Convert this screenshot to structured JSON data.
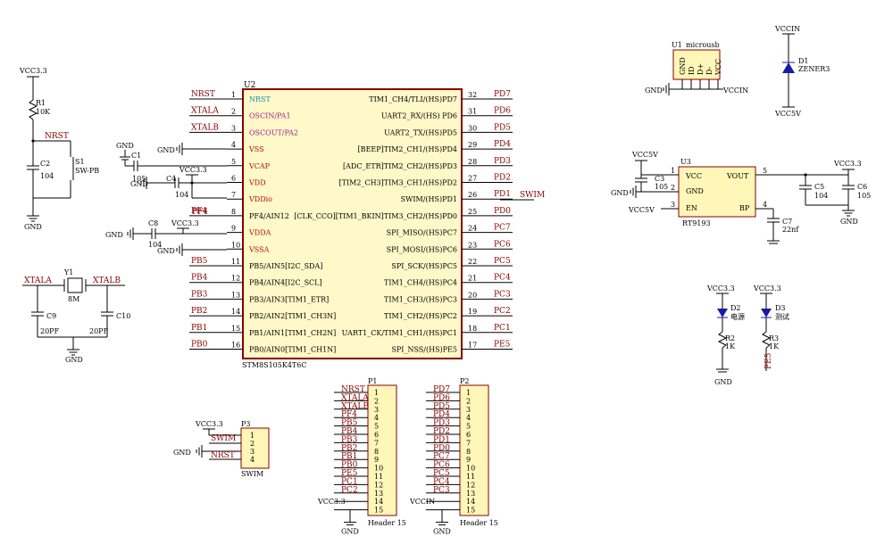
{
  "mcu": {
    "designator": "U2",
    "part": "STM8S105K4T6C",
    "left_pins": [
      {
        "num": "1",
        "name": "NRST",
        "net": "NRST",
        "color": "cyan"
      },
      {
        "num": "2",
        "name": "OSCIN/PA1",
        "net": "XTALA",
        "color": "magenta"
      },
      {
        "num": "3",
        "name": "OSCOUT/PA2",
        "net": "XTALB",
        "color": "magenta"
      },
      {
        "num": "4",
        "name": "VSS",
        "net": "GND",
        "color": "red"
      },
      {
        "num": "5",
        "name": "VCAP",
        "net": "",
        "color": "red"
      },
      {
        "num": "6",
        "name": "VDD",
        "net": "",
        "color": "red"
      },
      {
        "num": "7",
        "name": "VDDio",
        "net": "",
        "color": "red"
      },
      {
        "num": "8",
        "name": "PF4/AIN12",
        "net": "PF4",
        "color": "black"
      },
      {
        "num": "9",
        "name": "VDDA",
        "net": "",
        "color": "red"
      },
      {
        "num": "10",
        "name": "VSSA",
        "net": "GND",
        "color": "red"
      },
      {
        "num": "11",
        "name": "PB5/AIN5[I2C_SDA]",
        "net": "PB5",
        "color": "black"
      },
      {
        "num": "12",
        "name": "PB4/AIN4[I2C_SCL]",
        "net": "PB4",
        "color": "black"
      },
      {
        "num": "13",
        "name": "PB3/AIN3[TIM1_ETR]",
        "net": "PB3",
        "color": "black"
      },
      {
        "num": "14",
        "name": "PB2/AIN2[TIM1_CH3N]",
        "net": "PB2",
        "color": "black"
      },
      {
        "num": "15",
        "name": "PB1/AIN1[TIM1_CH2N]",
        "net": "PB1",
        "color": "black"
      },
      {
        "num": "16",
        "name": "PB0/AIN0[TIM1_CH1N]",
        "net": "PB0",
        "color": "black"
      }
    ],
    "right_pins": [
      {
        "num": "32",
        "name": "TIM1_CH4/TLI/(HS)PD7",
        "net": "PD7"
      },
      {
        "num": "31",
        "name": "UART2_RX/(HS) PD6",
        "net": "PD6"
      },
      {
        "num": "30",
        "name": "UART2_TX/(HS)PD5",
        "net": "PD5"
      },
      {
        "num": "29",
        "name": "[BEEP]TIM2_CH1/(HS)PD4",
        "net": "PD4"
      },
      {
        "num": "28",
        "name": "[ADC_ETR]TIM2_CH2/(HS)PD3",
        "net": "PD3"
      },
      {
        "num": "27",
        "name": "[TIM2_CH3]TIM3_CH1/(HS)PD2",
        "net": "PD2"
      },
      {
        "num": "26",
        "name": "SWIM/(HS)PD1",
        "net": "PD1"
      },
      {
        "num": "25",
        "name": "[CLK_CCO][TIM1_BKIN]TIM3_CH2/(HS)PD0",
        "net": "PD0"
      },
      {
        "num": "24",
        "name": "SPI_MISO/(HS)PC7",
        "net": "PC7"
      },
      {
        "num": "23",
        "name": "SPI_MOSI/(HS)PC6",
        "net": "PC6"
      },
      {
        "num": "22",
        "name": "SPI_SCK/(HS)PC5",
        "net": "PC5"
      },
      {
        "num": "21",
        "name": "TIM1_CH4/(HS)PC4",
        "net": "PC4"
      },
      {
        "num": "20",
        "name": "TIM1_CH3/(HS)PC3",
        "net": "PC3"
      },
      {
        "num": "19",
        "name": "TIM1_CH2/(HS)PC2",
        "net": "PC2"
      },
      {
        "num": "18",
        "name": "UART1_CK/TIM1_CH1/(HS)PC1",
        "net": "PC1"
      },
      {
        "num": "17",
        "name": "SPI_NSS/(HS)PE5",
        "net": "PE5"
      }
    ],
    "swim_label": "SWIM"
  },
  "reset": {
    "vcc": "VCC3.3",
    "r_ref": "R1",
    "r_val": "10K",
    "net": "NRST",
    "c_ref": "C2",
    "c_val": "104",
    "sw_ref": "S1",
    "sw_val": "SW-PB",
    "gnd": "GND"
  },
  "crystal": {
    "net_a": "XTALA",
    "net_b": "XTALB",
    "y_ref": "Y1",
    "y_val": "8M",
    "c9_ref": "C9",
    "c9_val": "20PF",
    "c10_ref": "C10",
    "c10_val": "20PF",
    "gnd": "GND"
  },
  "caps": {
    "gnd": "GND",
    "c1": "C1",
    "c1_val": "105",
    "vcc": "VCC3.3",
    "c4": "C4",
    "c4_val": "104",
    "c8": "C8",
    "c8_val": "104",
    "pf4": "PF4"
  },
  "usb": {
    "ref": "U1",
    "name": "microusb",
    "pins": [
      "GND",
      "ID",
      "D+",
      "D-",
      "VCC"
    ],
    "gnd": "GND",
    "vccin": "VCCIN"
  },
  "zener": {
    "vcc_in": "VCCIN",
    "ref": "D1",
    "val": "ZENER3",
    "vcc5": "VCC5V"
  },
  "ldo": {
    "ref": "U3",
    "part": "RT9193",
    "pin_vcc": "VCC",
    "pin_gnd": "GND",
    "pin_en": "EN",
    "pin_vout": "VOUT",
    "pin_bp": "BP",
    "n1": "1",
    "n2": "2",
    "n3": "3",
    "n4": "4",
    "n5": "5",
    "vcc5_top": "VCC5V",
    "vcc5_en": "VCC5V",
    "gnd": "GND",
    "c3": "C3",
    "c3_val": "105",
    "c7": "C7",
    "c7_val": "22nf",
    "c5": "C5",
    "c5_val": "104",
    "c6": "C6",
    "c6_val": "105",
    "vcc33": "VCC3.3"
  },
  "leds": {
    "vcc_a": "VCC3.3",
    "vcc_b": "VCC3.3",
    "d2": "D2",
    "d2_val": "电源",
    "d3": "D3",
    "d3_val": "测试",
    "r2": "R2",
    "r2_val": "1K",
    "r3": "R3",
    "r3_val": "1K",
    "gnd": "GND",
    "pe5": "PE5"
  },
  "p3": {
    "ref": "P3",
    "vcc": "VCC3.3",
    "swim": "SWIM",
    "gnd": "GND",
    "nrst": "NRST",
    "pins": [
      "1",
      "2",
      "3",
      "4"
    ],
    "name": "SWIM"
  },
  "p1": {
    "ref": "P1",
    "name": "Header 15",
    "nets": [
      "NRST",
      "XTALA",
      "XTALB",
      "PF4",
      "PB5",
      "PB4",
      "PB3",
      "PB2",
      "PB1",
      "PB0",
      "PE5",
      "PC1",
      "PC2",
      "VCC3.3",
      "GND"
    ],
    "pins": [
      "1",
      "2",
      "3",
      "4",
      "5",
      "6",
      "7",
      "8",
      "9",
      "10",
      "11",
      "12",
      "13",
      "14",
      "15"
    ]
  },
  "p2": {
    "ref": "P2",
    "name": "Header 15",
    "nets": [
      "PD7",
      "PD6",
      "PD5",
      "PD4",
      "PD3",
      "PD2",
      "PD1",
      "PD0",
      "PC7",
      "PC6",
      "PC5",
      "PC4",
      "PC3",
      "VCCIN",
      "GND"
    ],
    "pins": [
      "1",
      "2",
      "3",
      "4",
      "5",
      "6",
      "7",
      "8",
      "9",
      "10",
      "11",
      "12",
      "13",
      "14",
      "15"
    ]
  }
}
